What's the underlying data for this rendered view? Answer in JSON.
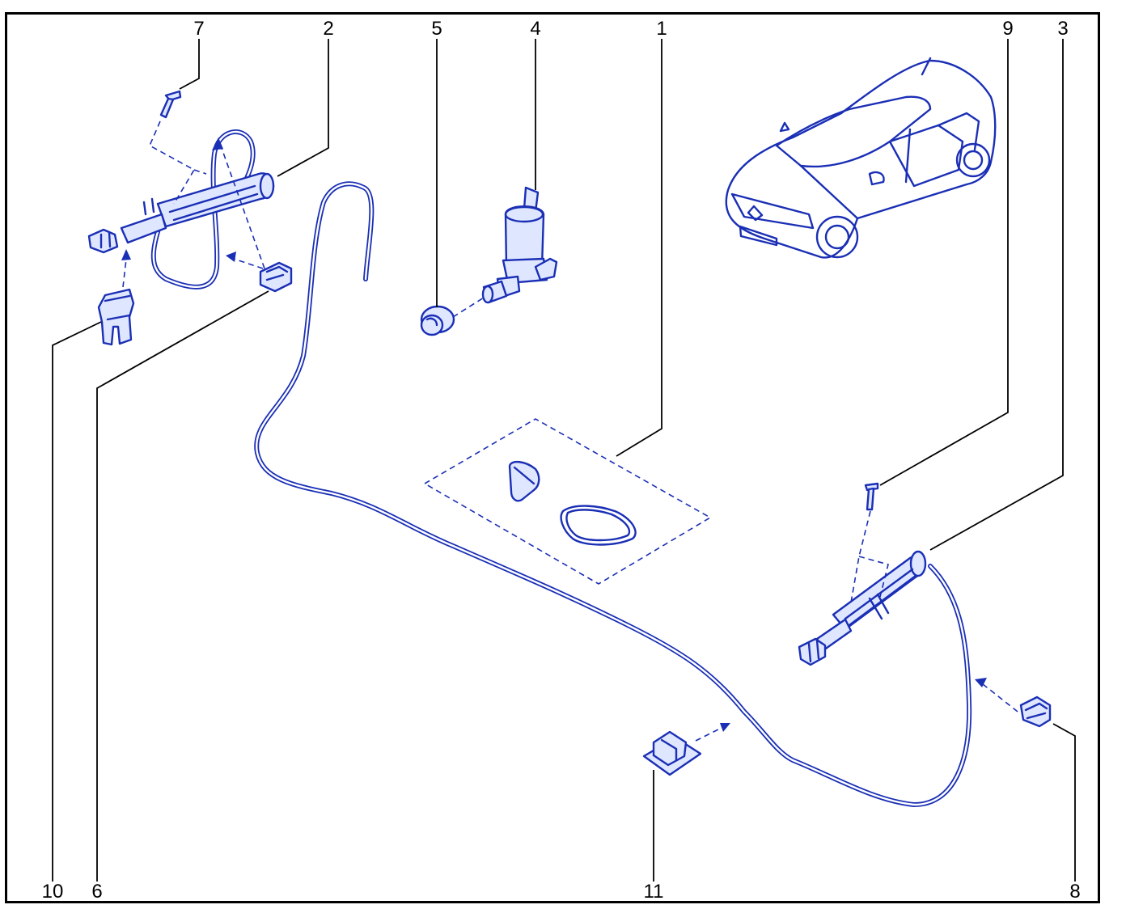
{
  "diagram": {
    "colors": {
      "line_art": "#1a2fb5",
      "frame": "#000000",
      "background": "#ffffff"
    },
    "callouts": {
      "c1": "1",
      "c2": "2",
      "c3": "3",
      "c4": "4",
      "c5": "5",
      "c6": "6",
      "c7": "7",
      "c8": "8",
      "c9": "9",
      "c10": "10",
      "c11": "11"
    }
  }
}
